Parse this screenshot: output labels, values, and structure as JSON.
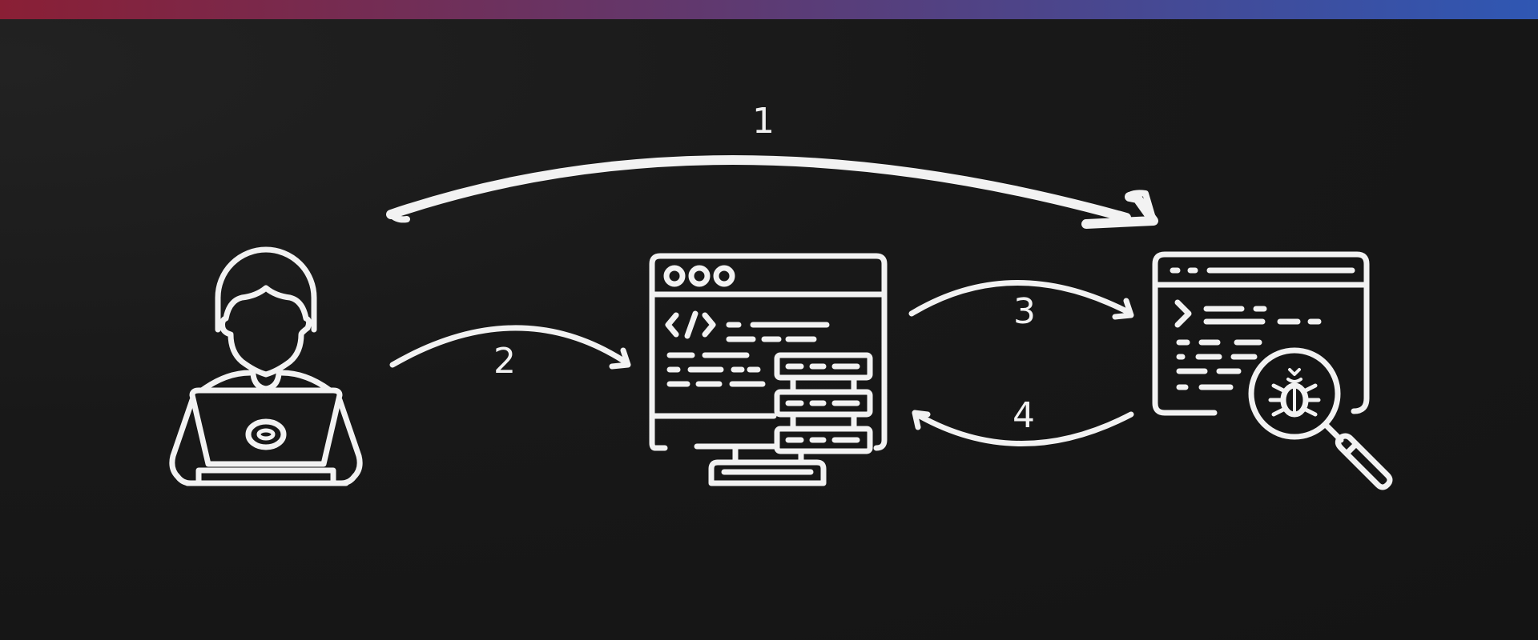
{
  "colors": {
    "background": "#151515",
    "foreground": "#f2f2f2",
    "bar_gradient_start": "#8a1f35",
    "bar_gradient_end": "#2f57b3"
  },
  "nodes": [
    {
      "id": "developer",
      "icon": "developer-laptop-icon"
    },
    {
      "id": "code-server",
      "icon": "code-monitor-server-icon"
    },
    {
      "id": "debug-tool",
      "icon": "code-window-bug-search-icon"
    }
  ],
  "arrows": [
    {
      "label": "1",
      "from": "developer",
      "to": "debug-tool"
    },
    {
      "label": "2",
      "from": "developer",
      "to": "code-server"
    },
    {
      "label": "3",
      "from": "code-server",
      "to": "debug-tool"
    },
    {
      "label": "4",
      "from": "debug-tool",
      "to": "code-server"
    }
  ]
}
